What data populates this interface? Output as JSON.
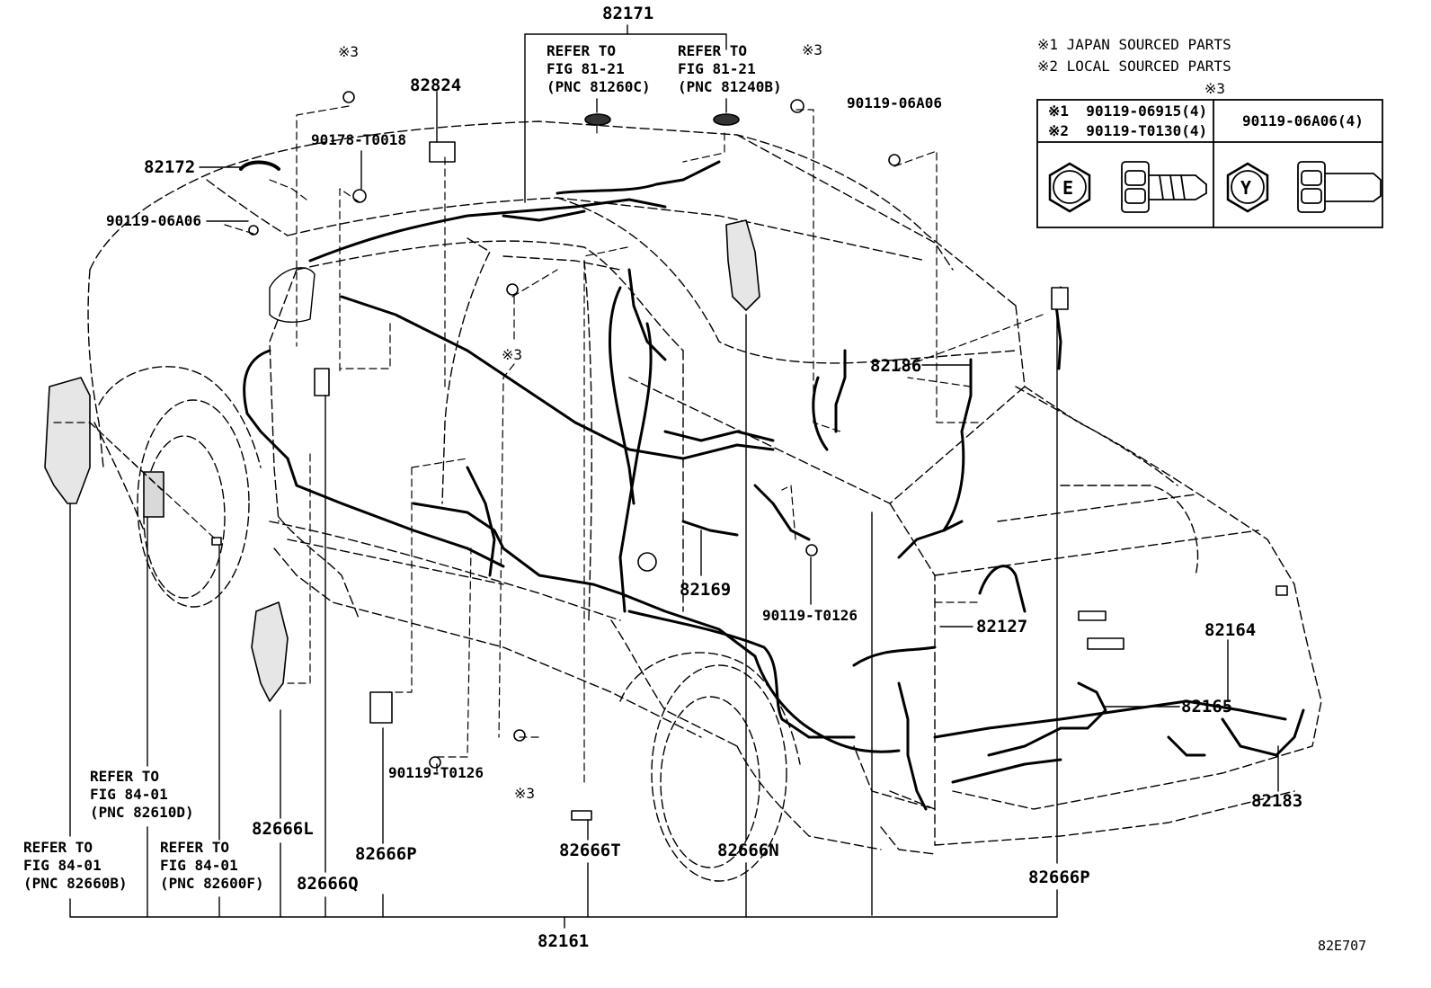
{
  "diagram": {
    "diagram_code": "82E707",
    "legend": {
      "line1": "※1 JAPAN SOURCED PARTS",
      "line2": "※2 LOCAL SOURCED PARTS",
      "mark3": "※3",
      "row1": "※1  90119-06915(4)",
      "row2": "※2  90119-T0130(4)",
      "right": "90119-06A06(4)",
      "icon_e": "E",
      "icon_y": "Y"
    },
    "callouts": {
      "c82171": "82171",
      "c82824": "82824",
      "c82172": "82172",
      "c90178": "90178-T0018",
      "c90119_06a06_left": "90119-06A06",
      "c90119_06a06_top": "90119-06A06",
      "c82186": "82186",
      "c82169": "82169",
      "c90119_t0126_mid": "90119-T0126",
      "c82127": "82127",
      "c82164": "82164",
      "c82165": "82165",
      "c82183": "82183",
      "c90119_t0126_low": "90119-T0126",
      "c82666L": "82666L",
      "c82666P_left": "82666P",
      "c82666Q": "82666Q",
      "c82666T": "82666T",
      "c82666N": "82666N",
      "c82666P_right": "82666P",
      "c82161": "82161",
      "mark_tl": "※3",
      "mark_tr": "※3",
      "mark_mid": "※3",
      "mark_low": "※3"
    },
    "refs": {
      "ref_81260c": [
        "REFER TO",
        "FIG 81-21",
        "(PNC 81260C)"
      ],
      "ref_81240b": [
        "REFER TO",
        "FIG 81-21",
        "(PNC 81240B)"
      ],
      "ref_82610d": [
        "REFER TO",
        "FIG 84-01",
        "(PNC 82610D)"
      ],
      "ref_82660b": [
        "REFER TO",
        "FIG 84-01",
        "(PNC 82660B)"
      ],
      "ref_82600f": [
        "REFER TO",
        "FIG 84-01",
        "(PNC 82600F)"
      ]
    }
  }
}
